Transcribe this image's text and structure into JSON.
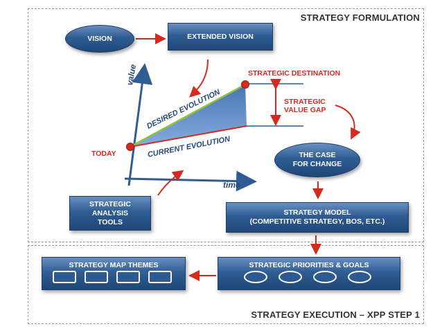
{
  "formulation": {
    "title": "STRATEGY FORMULATION",
    "vision": "VISION",
    "extended_vision": "EXTENDED VISION",
    "strategic_destination": "STRATEGIC DESTINATION",
    "value_gap_line1": "STRATEGIC",
    "value_gap_line2": "VALUE GAP",
    "today": "TODAY",
    "desired_evolution": "DESIRED EVOLUTION",
    "current_evolution": "CURRENT EVOLUTION",
    "axis_value": "value",
    "axis_time": "time",
    "case_line1": "THE CASE",
    "case_line2": "FOR CHANGE",
    "analysis_line1": "STRATEGIC",
    "analysis_line2": "ANALYSIS",
    "analysis_line3": "TOOLS",
    "model_line1": "STRATEGY MODEL",
    "model_line2": "(COMPETITIVE STRATEGY, BOS, ETC.)"
  },
  "execution": {
    "title": "STRATEGY EXECUTION – XPP STEP 1",
    "map_themes": "STRATEGY MAP THEMES",
    "priorities": "STRATEGIC PRIORITIES & GOALS"
  },
  "colors": {
    "box_blue": "#2f5d93",
    "accent_red": "#d42a1f",
    "desired_line": "#8fc43a",
    "gap_fill": "#4f7fc0"
  }
}
